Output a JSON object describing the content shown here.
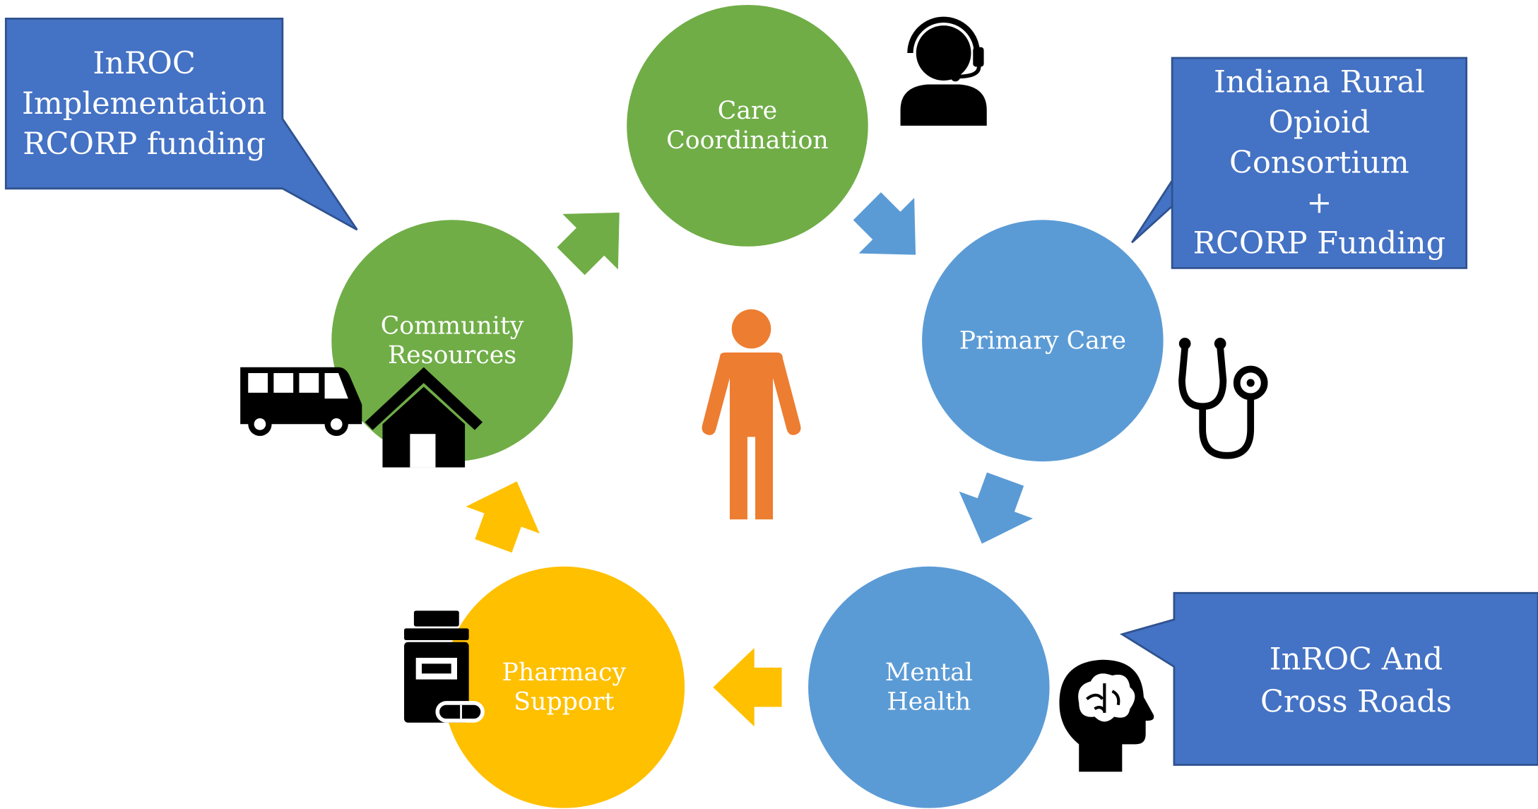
{
  "nodes": {
    "care_coordination": [
      "Care",
      "Coordination"
    ],
    "primary_care": [
      "Primary Care"
    ],
    "mental_health": [
      "Mental",
      "Health"
    ],
    "pharmacy_support": [
      "Pharmacy",
      "Support"
    ],
    "community_resources": [
      "Community",
      "Resources"
    ]
  },
  "callouts": {
    "top_left": [
      "InROC",
      "Implementation",
      "RCORP funding"
    ],
    "top_right": [
      "Indiana Rural",
      "Opioid",
      "Consortium",
      "+",
      "RCORP Funding"
    ],
    "bottom_right": [
      "InROC And",
      "Cross Roads"
    ]
  },
  "icons": [
    "person-icon",
    "headset-agent-icon",
    "stethoscope-icon",
    "brain-head-icon",
    "pill-bottle-icon",
    "bus-icon",
    "house-icon"
  ],
  "colors": {
    "green": "#70ad47",
    "blue": "#5b9bd5",
    "gold": "#ffc000",
    "callout": "#4472c4",
    "person": "#ed7d31"
  }
}
